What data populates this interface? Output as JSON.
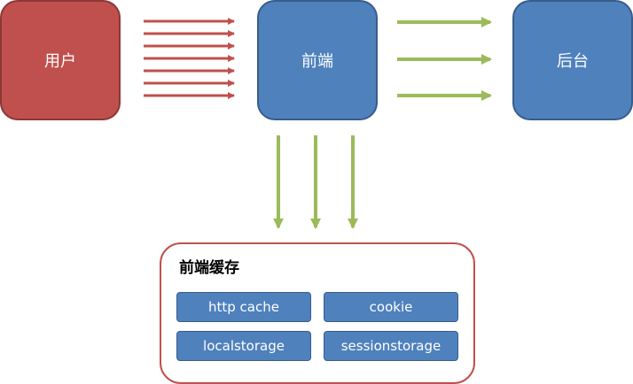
{
  "nodes": {
    "user": "用户",
    "frontend": "前端",
    "backend": "后台"
  },
  "cache": {
    "title": "前端缓存",
    "items": [
      "http cache",
      "cookie",
      "localstorage",
      "sessionstorage"
    ]
  },
  "colors": {
    "red": "#c0504d",
    "blue": "#4f81bd",
    "green": "#9bbb59"
  },
  "arrows": {
    "user_to_frontend": 7,
    "frontend_to_backend": 3,
    "frontend_to_cache": 3
  }
}
